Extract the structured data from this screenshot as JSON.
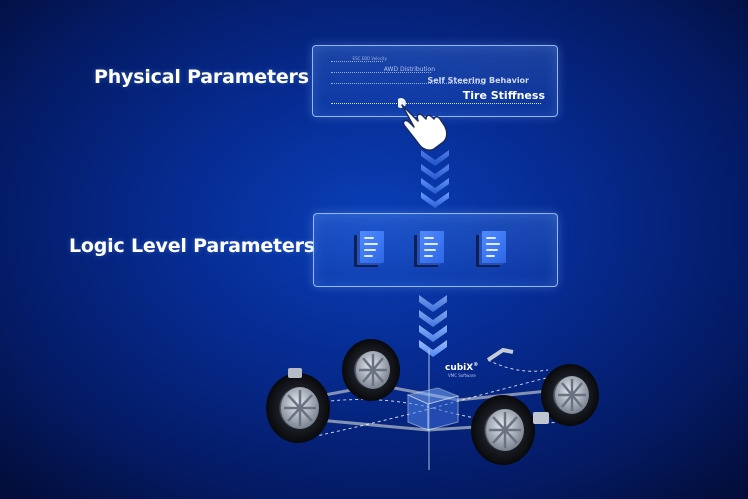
{
  "labels": {
    "physical": "Physical Parameters",
    "logic": "Logic Level Parameters"
  },
  "physical_panel": {
    "params": [
      "ESC EBD Velocity",
      "AWD Distribution",
      "Self Steering Behavior",
      "Tire Stiffness"
    ],
    "selected": "Tire Stiffness"
  },
  "logic_panel": {
    "documents": [
      "document-icon",
      "document-icon",
      "document-icon"
    ]
  },
  "software": {
    "name": "cubiX",
    "trademark": "®",
    "subtitle": "VMC Software"
  },
  "icons": {
    "pointer": "hand-pointer-icon",
    "arrows": "chevron-down-icon"
  },
  "colors": {
    "background_center": "#0a3fb8",
    "background_edge": "#020d3a",
    "panel_border": "#aacdff",
    "document": "#4f8bff"
  }
}
